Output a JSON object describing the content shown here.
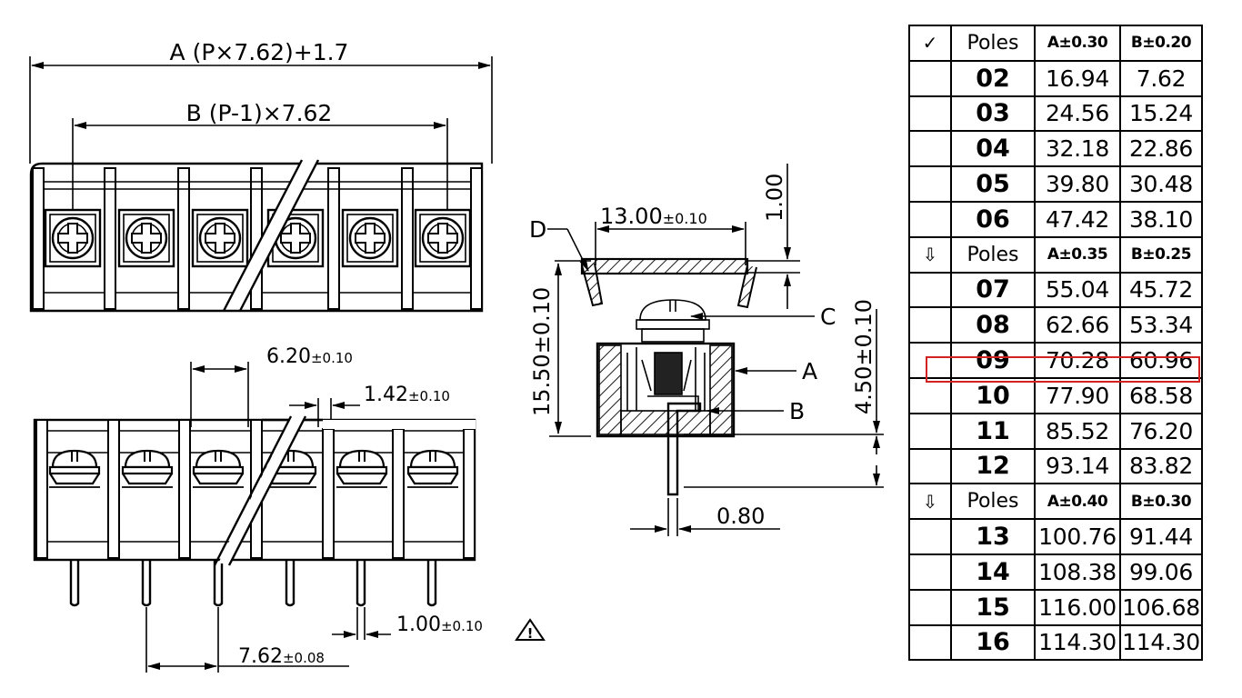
{
  "dimensions": {
    "dim_a_formula": "A (P×7.62)+1.7",
    "dim_b_formula": "B (P-1)×7.62",
    "dim_620": "6.20",
    "dim_620_tol": "±0.10",
    "dim_142": "1.42",
    "dim_142_tol": "±0.10",
    "dim_100_pin": "1.00",
    "dim_100_pin_tol": "±0.10",
    "dim_762": "7.62",
    "dim_762_tol": "±0.08",
    "dim_1300": "13.00",
    "dim_1300_tol": "±0.10",
    "dim_100_top": "1.00",
    "dim_1550": "15.50±0.10",
    "dim_450": "4.50±0.10",
    "dim_080": "0.80",
    "warning_symbol": "!"
  },
  "callouts": {
    "a": "A",
    "b": "B",
    "c": "C",
    "d": "D"
  },
  "spec_table": {
    "groups": [
      {
        "mark": "✓",
        "header": [
          "Poles",
          "A±0.30",
          "B±0.20"
        ],
        "rows": [
          [
            "02",
            "16.94",
            "7.62"
          ],
          [
            "03",
            "24.56",
            "15.24"
          ],
          [
            "04",
            "32.18",
            "22.86"
          ],
          [
            "05",
            "39.80",
            "30.48"
          ],
          [
            "06",
            "47.42",
            "38.10"
          ]
        ]
      },
      {
        "mark": "⇩",
        "header": [
          "Poles",
          "A±0.35",
          "B±0.25"
        ],
        "rows": [
          [
            "07",
            "55.04",
            "45.72"
          ],
          [
            "08",
            "62.66",
            "53.34"
          ],
          [
            "09",
            "70.28",
            "60.96"
          ],
          [
            "10",
            "77.90",
            "68.58"
          ],
          [
            "11",
            "85.52",
            "76.20"
          ],
          [
            "12",
            "93.14",
            "83.82"
          ]
        ]
      },
      {
        "mark": "⇩",
        "header": [
          "Poles",
          "A±0.40",
          "B±0.30"
        ],
        "rows": [
          [
            "13",
            "100.76",
            "91.44"
          ],
          [
            "14",
            "108.38",
            "99.06"
          ],
          [
            "15",
            "116.00",
            "106.68"
          ],
          [
            "16",
            "114.30",
            "114.30"
          ]
        ]
      }
    ],
    "highlight_color": "#d22222"
  }
}
